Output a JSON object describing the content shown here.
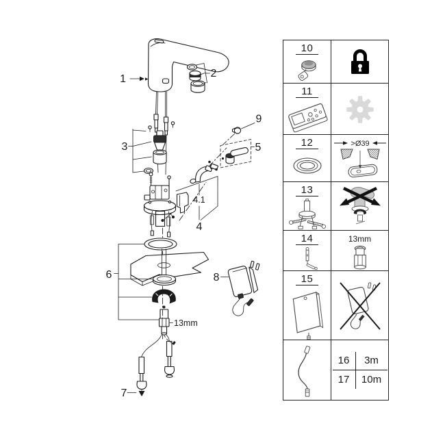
{
  "colors": {
    "line": "#1a1a1a",
    "light_gray": "#d9d9d9",
    "black": "#000000"
  },
  "diagram": {
    "labels": {
      "part1": "1",
      "part2": "2",
      "part3": "3",
      "part4": "4",
      "part4_1": "4.1",
      "part5": "5",
      "part6": "6",
      "part7": "7",
      "part8": "8",
      "part9": "9",
      "wrench_size": "13mm"
    }
  },
  "parts_table": {
    "rows": [
      {
        "number": "10",
        "left_icon": "screw-cap-with-key",
        "right_icon": "padlock"
      },
      {
        "number": "11",
        "left_icon": "remote-control",
        "right_icon": "gear"
      },
      {
        "number": "12",
        "left_icon": "o-ring",
        "right_icon": "hole-dimension",
        "dimension": ">Ø39"
      },
      {
        "number": "13",
        "left_icon": "mounting-kit",
        "right_icon": "mounting-prohibited"
      },
      {
        "number": "14",
        "left_icon": "extension-pin",
        "right_icon": "socket-adapter",
        "dimension": "13mm"
      },
      {
        "number": "15",
        "left_icon": "power-supply-box",
        "right_icon": "plug-adapter-prohibited"
      },
      {
        "left_icon": "extension-cable",
        "variants": [
          {
            "number": "16",
            "length": "3m"
          },
          {
            "number": "17",
            "length": "10m"
          }
        ]
      }
    ]
  }
}
